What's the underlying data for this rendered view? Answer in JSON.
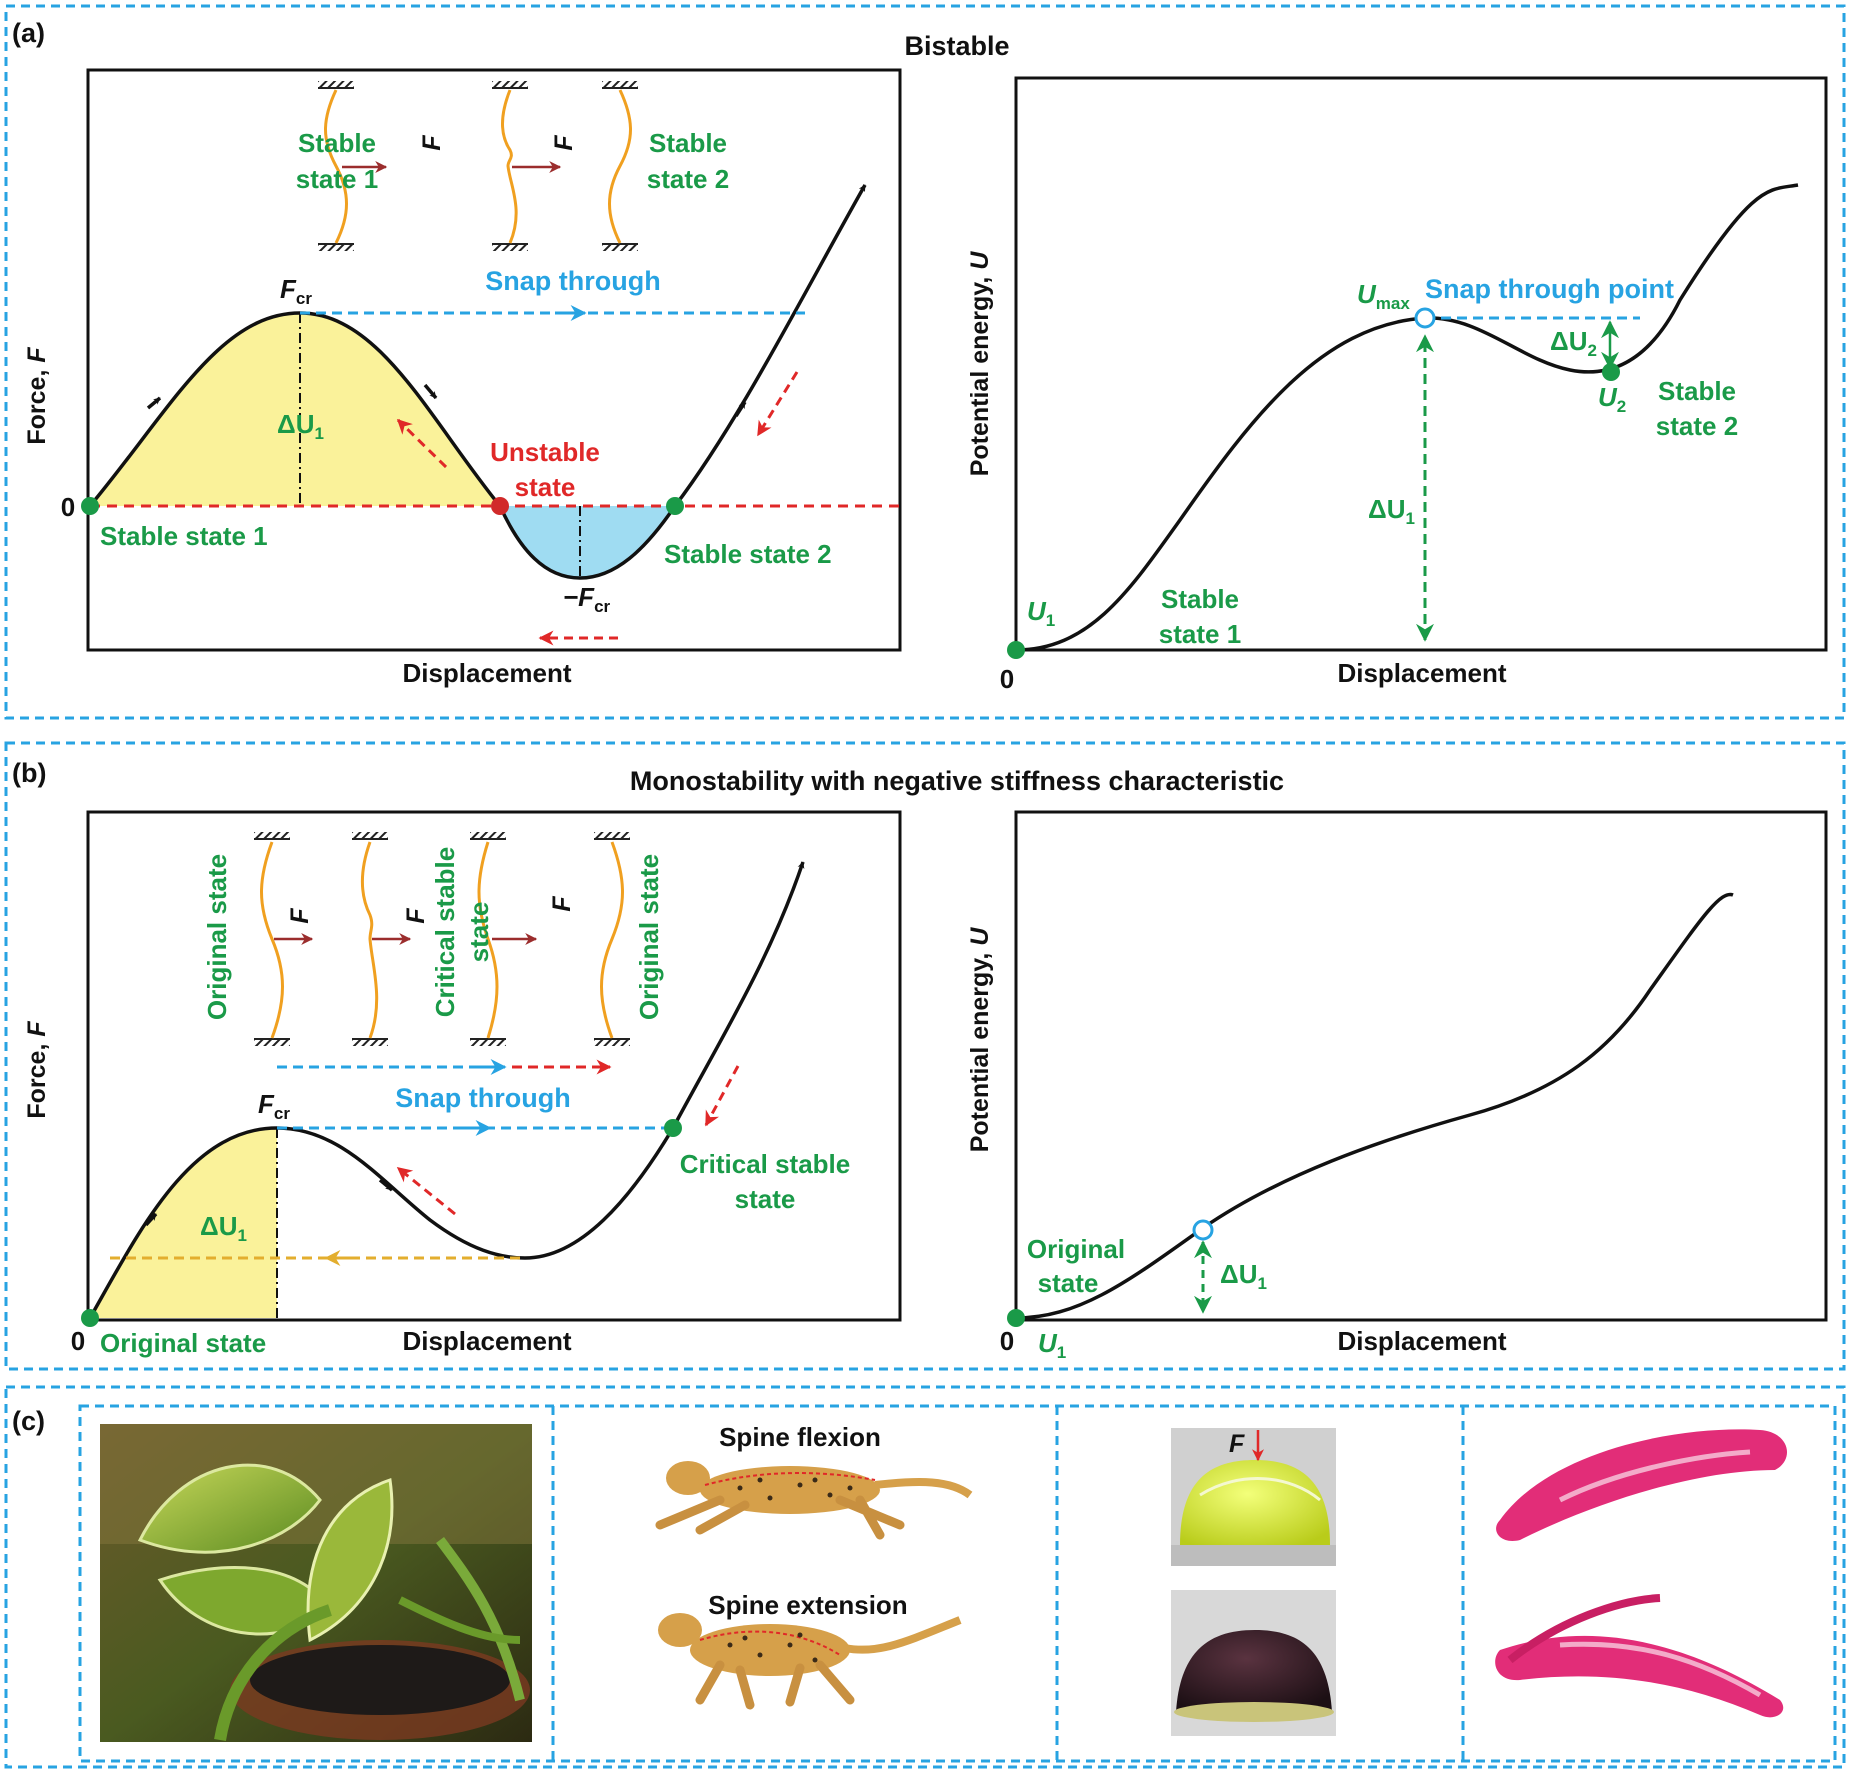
{
  "colors": {
    "green": "#1a9a48",
    "blue": "#27a3e2",
    "red": "#e02828",
    "dark_red": "#9b2d2d",
    "orange": "#f0a020",
    "yellow_fill": "#faf29a",
    "blue_fill": "#9fdcf2",
    "gold": "#e3ae2e",
    "pink": "#e22d78"
  },
  "panel_a": {
    "label": "(a)",
    "title": "Bistable",
    "force_chart": {
      "y_axis": "Force, ",
      "y_axis_var": "F",
      "x_axis": "Displacement",
      "zero": "0",
      "fcr": "F",
      "fcr_sub": "cr",
      "neg_fcr": "−F",
      "neg_fcr_sub": "cr",
      "delta_u1": "ΔU",
      "delta_u1_sub": "1",
      "unstable": [
        "Unstable",
        "state"
      ],
      "stable1": "Stable state 1",
      "stable2": "Stable state 2",
      "snap": "Snap through",
      "inset_stable1": [
        "Stable",
        "state 1"
      ],
      "inset_stable2": [
        "Stable",
        "state 2"
      ],
      "inset_force": "F"
    },
    "energy_chart": {
      "y_axis": "Potential energy, ",
      "y_axis_var": "U",
      "x_axis": "Displacement",
      "zero": "0",
      "u1": "U",
      "u1_sub": "1",
      "umax": "U",
      "umax_sub": "max",
      "u2": "U",
      "u2_sub": "2",
      "delta_u1": "ΔU",
      "delta_u1_sub": "1",
      "delta_u2": "ΔU",
      "delta_u2_sub": "2",
      "snap_point": "Snap through point",
      "stable1": [
        "Stable",
        "state 1"
      ],
      "stable2": [
        "Stable",
        "state 2"
      ]
    }
  },
  "panel_b": {
    "label": "(b)",
    "title": "Monostability with negative stiffness characteristic",
    "force_chart": {
      "y_axis": "Force, ",
      "y_axis_var": "F",
      "x_axis": "Displacement",
      "zero": "0",
      "fcr": "F",
      "fcr_sub": "cr",
      "delta_u1": "ΔU",
      "delta_u1_sub": "1",
      "original": "Original state",
      "critical": [
        "Critical stable",
        "state"
      ],
      "snap": "Snap through",
      "inset_original_1": "Original state",
      "inset_critical": [
        "Critical stable",
        "state"
      ],
      "inset_original_2": "Original state",
      "inset_force": "F"
    },
    "energy_chart": {
      "y_axis": "Potential energy, ",
      "y_axis_var": "U",
      "x_axis": "Displacement",
      "zero": "0",
      "u1": "U",
      "u1_sub": "1",
      "delta_u1": "ΔU",
      "delta_u1_sub": "1",
      "original": [
        "Original",
        "state"
      ]
    }
  },
  "panel_c": {
    "label": "(c)",
    "spine_flexion": "Spine flexion",
    "spine_extension": "Spine extension",
    "ball_force": "F"
  }
}
